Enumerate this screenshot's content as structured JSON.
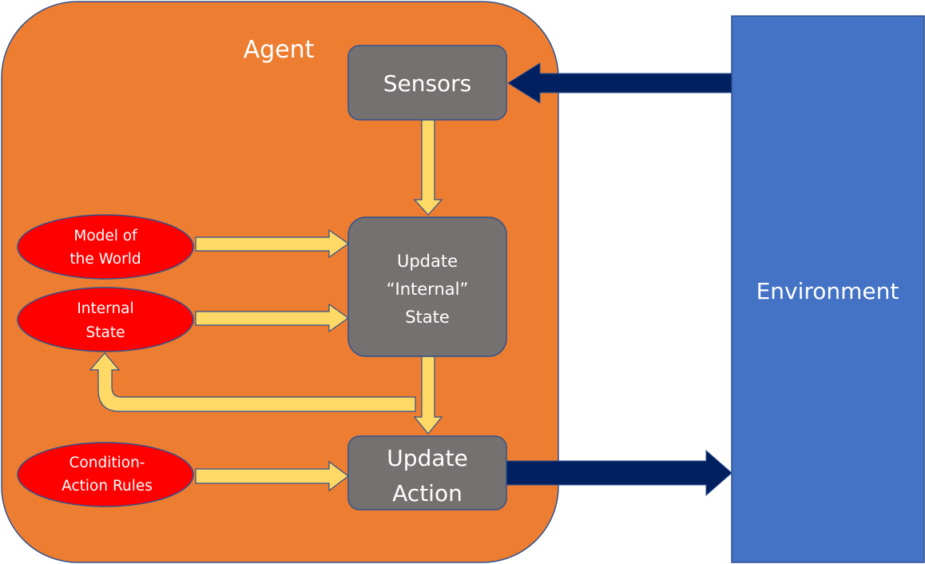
{
  "diagram": {
    "agent": {
      "title": "Agent"
    },
    "environment": {
      "label": "Environment"
    },
    "boxes": {
      "sensors": {
        "label": "Sensors"
      },
      "update_state": {
        "lines": [
          "Update",
          "“Internal”",
          "State"
        ]
      },
      "update_action": {
        "lines": [
          "Update",
          "Action"
        ]
      }
    },
    "ellipses": {
      "model_world": {
        "lines": [
          "Model of",
          "the World"
        ]
      },
      "internal_state": {
        "lines": [
          "Internal",
          "State"
        ]
      },
      "condition_action": {
        "lines": [
          "Condition-",
          "Action Rules"
        ]
      }
    },
    "colors": {
      "agent_fill": "#ed7d31",
      "outline": "#2f528f",
      "environment_fill": "#4472c4",
      "box_fill": "#767171",
      "ellipse_fill": "#ff0000",
      "yellow_arrow": "#ffd966",
      "navy_arrow": "#002060"
    },
    "edges": [
      {
        "from": "Environment",
        "to": "Sensors",
        "style": "navy"
      },
      {
        "from": "Sensors",
        "to": "Update “Internal” State",
        "style": "yellow"
      },
      {
        "from": "Model of the World",
        "to": "Update “Internal” State",
        "style": "yellow"
      },
      {
        "from": "Internal State",
        "to": "Update “Internal” State",
        "style": "yellow"
      },
      {
        "from": "Update “Internal” State",
        "to": "Internal State",
        "style": "yellow"
      },
      {
        "from": "Update “Internal” State",
        "to": "Update Action",
        "style": "yellow"
      },
      {
        "from": "Condition-Action Rules",
        "to": "Update Action",
        "style": "yellow"
      },
      {
        "from": "Update Action",
        "to": "Environment",
        "style": "navy"
      }
    ]
  }
}
